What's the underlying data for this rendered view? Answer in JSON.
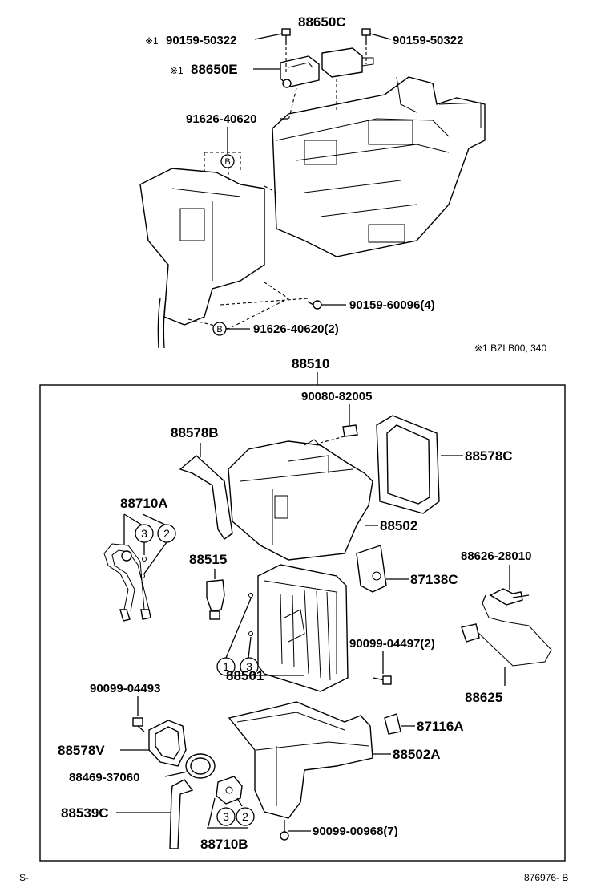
{
  "labels": {
    "l88650C": "88650C",
    "l90159_50322_left": "90159-50322",
    "l90159_50322_right": "90159-50322",
    "note_mark_1": "※1",
    "note_mark_2": "※1",
    "l88650E": "88650E",
    "l91626_40620": "91626-40620",
    "circle_b_top": "B",
    "l90159_60096": "90159-60096(4)",
    "circle_b_bottom": "B",
    "l91626_40620_2": "91626-40620(2)",
    "note_footnote": "※1 BZLB00, 340",
    "l88510": "88510",
    "l90080_82005": "90080-82005",
    "l88578B": "88578B",
    "l88578C": "88578C",
    "l88710A": "88710A",
    "l88502": "88502",
    "l88515": "88515",
    "l88626_28010": "88626-28010",
    "l87138C": "87138C",
    "l90099_04497": "90099-04497(2)",
    "l88501": "88501",
    "l88625": "88625",
    "l90099_04493": "90099-04493",
    "l87116A": "87116A",
    "l88578V": "88578V",
    "l88502A": "88502A",
    "l88469_37060": "88469-37060",
    "l88539C": "88539C",
    "l90099_00968": "90099-00968(7)",
    "l88710B": "88710B",
    "corner_left": "S-",
    "corner_right": "876976- B"
  },
  "circles": {
    "c3_a": "3",
    "c2_a": "2",
    "c1_b": "1",
    "c3_b": "3",
    "c3_c": "3",
    "c2_c": "2"
  }
}
